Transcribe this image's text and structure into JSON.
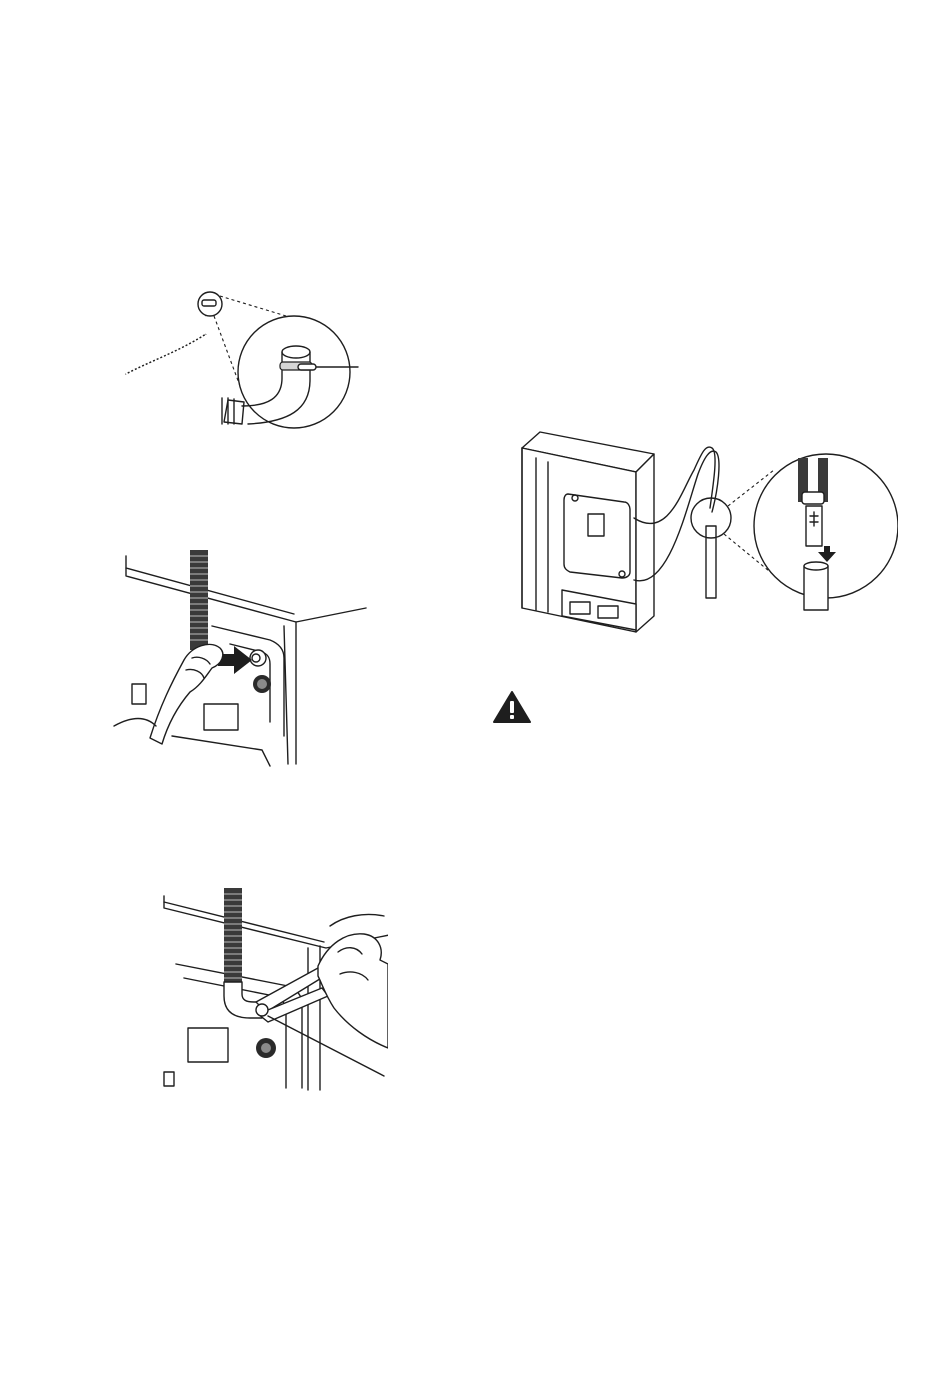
{
  "figures": [
    {
      "id": "fig-hose-clamp",
      "name": "drain-hose-clamp-illustration"
    },
    {
      "id": "fig-hose-attach",
      "name": "attach-drain-hose-illustration"
    },
    {
      "id": "fig-pliers",
      "name": "tighten-clamp-with-pliers-illustration"
    },
    {
      "id": "fig-standpipe",
      "name": "drain-hose-standpipe-illustration"
    }
  ],
  "warning": {
    "icon": "warning-triangle-icon"
  },
  "colors": {
    "ink": "#1e1e1e",
    "paper": "#ffffff",
    "fill_dark": "#2a2a2a",
    "fill_grey": "#d6d6d6"
  }
}
